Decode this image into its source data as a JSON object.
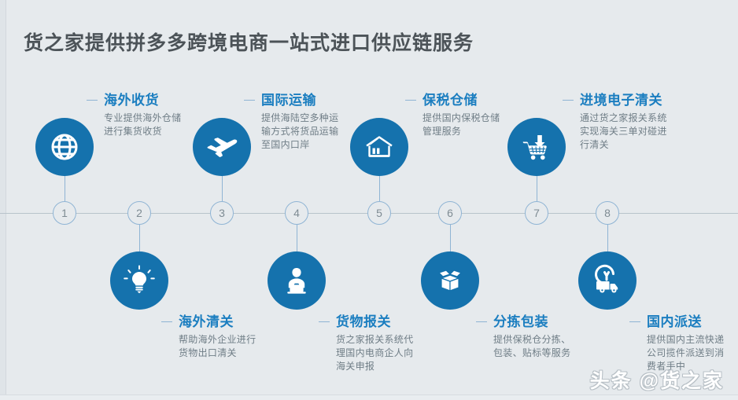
{
  "header": {
    "title": "货之家提供拼多多跨境电商一站式进口供应链服务"
  },
  "watermark": {
    "text": "头条 @货之家"
  },
  "colors": {
    "background": "#e6eaed",
    "bubble": "#1572ad",
    "heading": "#1b7ec0",
    "body_text": "#6f7d86",
    "title_text": "#4c5358",
    "timeline": "#b8c3cb",
    "node_border": "#8fb4d4"
  },
  "steps": [
    {
      "number": "1",
      "title": "海外收货",
      "desc": "专业提供海外仓储进行集货收货",
      "icon": "globe-icon",
      "position": "top"
    },
    {
      "number": "2",
      "title": "海外清关",
      "desc": "帮助海外企业进行货物出口清关",
      "icon": "lightbulb-icon",
      "position": "bottom"
    },
    {
      "number": "3",
      "title": "国际运输",
      "desc": "提供海陆空多种运输方式将货品运输至国内口岸",
      "icon": "airplane-icon",
      "position": "top"
    },
    {
      "number": "4",
      "title": "货物报关",
      "desc": "货之家报关系统代理国内电商企人向海关申报",
      "icon": "person-laptop-icon",
      "position": "bottom"
    },
    {
      "number": "5",
      "title": "保税仓储",
      "desc": "提供国内保税仓储管理服务",
      "icon": "warehouse-icon",
      "position": "top"
    },
    {
      "number": "6",
      "title": "分拣包装",
      "desc": "提供保税仓分拣、包装、贴标等服务",
      "icon": "open-box-icon",
      "position": "bottom"
    },
    {
      "number": "7",
      "title": "进境电子清关",
      "desc": "通过货之家报关系统实现海关三单对碰进行清关",
      "icon": "cart-download-icon",
      "position": "top"
    },
    {
      "number": "8",
      "title": "国内派送",
      "desc": "提供国内主流快递公司揽件派送到消费者手中",
      "icon": "delivery-truck-icon",
      "position": "bottom"
    }
  ]
}
